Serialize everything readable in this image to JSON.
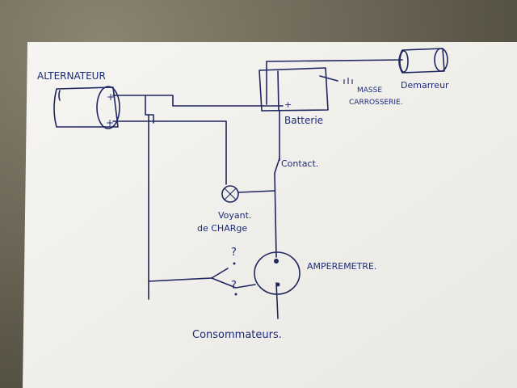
{
  "labels": {
    "alternateur": "ALTERNATEUR",
    "demarreur": "Demarreur",
    "masse_line1": "MASSE",
    "masse_line2": "CARROSSERIE.",
    "batterie": "Batterie",
    "contact": "Contact.",
    "voyant_line1": "Voyant.",
    "voyant_line2": "de CHARge",
    "amperemetre": "AMPEREMETRE.",
    "consommateurs": "Consommateurs.",
    "question_1": "?",
    "question_2": "?",
    "plus_top": "+",
    "plus_bottom": "+",
    "plus_battery": "+"
  },
  "colors": {
    "ink": "#1c2a78",
    "paper": "#f4f3ef"
  }
}
